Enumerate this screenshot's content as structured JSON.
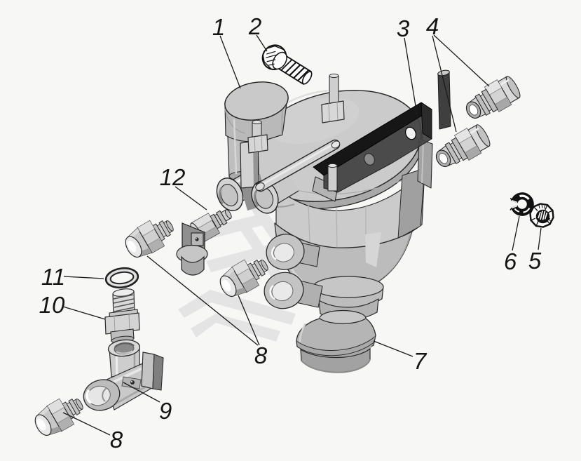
{
  "figure": {
    "kind": "exploded-parts-diagram",
    "background_color": "#f7f7f5",
    "line_color": "#1a1a1a",
    "part_fill_light": "#d6d6d6",
    "part_fill_mid": "#c2c2c2",
    "part_fill_dark": "#8f8f8f",
    "bracket_color": "#161616",
    "watermark_color": "#e4e4e4"
  },
  "callouts": {
    "c1": {
      "label": "1"
    },
    "c2": {
      "label": "2"
    },
    "c3": {
      "label": "3"
    },
    "c4": {
      "label": "4"
    },
    "c5": {
      "label": "5"
    },
    "c6": {
      "label": "6"
    },
    "c7": {
      "label": "7"
    },
    "c8": {
      "label": "8"
    },
    "c8b": {
      "label": "8"
    },
    "c9": {
      "label": "9"
    },
    "c10": {
      "label": "10"
    },
    "c11": {
      "label": "11"
    },
    "c12": {
      "label": "12"
    }
  }
}
